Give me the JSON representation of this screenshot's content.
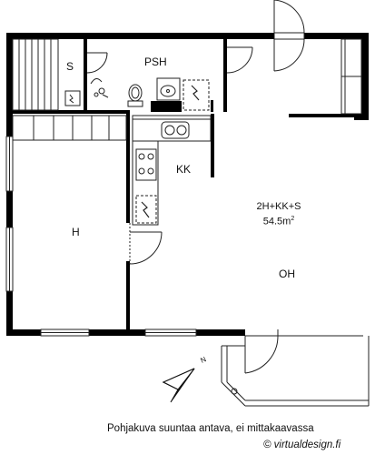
{
  "rooms": {
    "sauna": "S",
    "bathroom": "PSH",
    "kitchen": "KK",
    "bedroom": "H",
    "living_room": "OH"
  },
  "apartment": {
    "type": "2H+KK+S",
    "area_number": "54.5",
    "area_unit": "m",
    "area_exponent": "2"
  },
  "compass": {
    "north_label": "N"
  },
  "footer": {
    "disclaimer": "Pohjakuva suuntaa antava, ei mittakaavassa",
    "credit": "© virtualdesign.fi"
  },
  "colors": {
    "wall": "#000000",
    "line": "#222222",
    "background": "#ffffff"
  }
}
